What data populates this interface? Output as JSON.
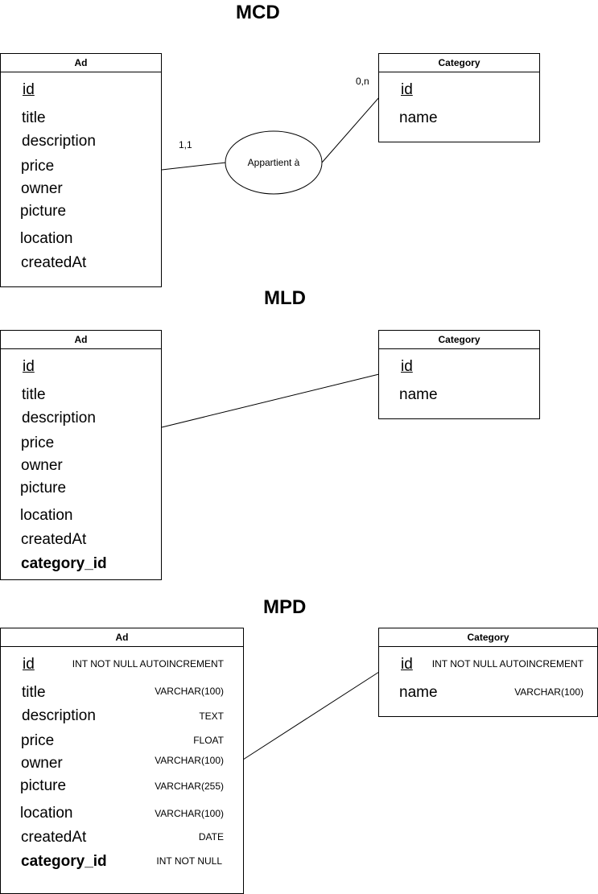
{
  "mcd": {
    "title": "MCD",
    "ad": {
      "name": "Ad",
      "attributes": [
        "id",
        "title",
        "description",
        "price",
        "owner",
        "picture",
        "location",
        "createdAt"
      ]
    },
    "category": {
      "name": "Category",
      "attributes": [
        "id",
        "name"
      ]
    },
    "association": {
      "label": "Appartient à",
      "card_ad": "1,1",
      "card_category": "0,n"
    }
  },
  "mld": {
    "title": "MLD",
    "ad": {
      "name": "Ad",
      "attributes": [
        "id",
        "title",
        "description",
        "price",
        "owner",
        "picture",
        "location",
        "createdAt",
        "category_id"
      ]
    },
    "category": {
      "name": "Category",
      "attributes": [
        "id",
        "name"
      ]
    }
  },
  "mpd": {
    "title": "MPD",
    "ad": {
      "name": "Ad",
      "attributes": [
        {
          "name": "id",
          "type": "INT NOT NULL AUTOINCREMENT"
        },
        {
          "name": "title",
          "type": "VARCHAR(100)"
        },
        {
          "name": "description",
          "type": "TEXT"
        },
        {
          "name": "price",
          "type": "FLOAT"
        },
        {
          "name": "owner",
          "type": "VARCHAR(100)"
        },
        {
          "name": "picture",
          "type": "VARCHAR(255)"
        },
        {
          "name": "location",
          "type": "VARCHAR(100)"
        },
        {
          "name": "createdAt",
          "type": "DATE"
        },
        {
          "name": "category_id",
          "type": "INT NOT NULL"
        }
      ]
    },
    "category": {
      "name": "Category",
      "attributes": [
        {
          "name": "id",
          "type": "INT NOT NULL AUTOINCREMENT"
        },
        {
          "name": "name",
          "type": "VARCHAR(100)"
        }
      ]
    }
  }
}
